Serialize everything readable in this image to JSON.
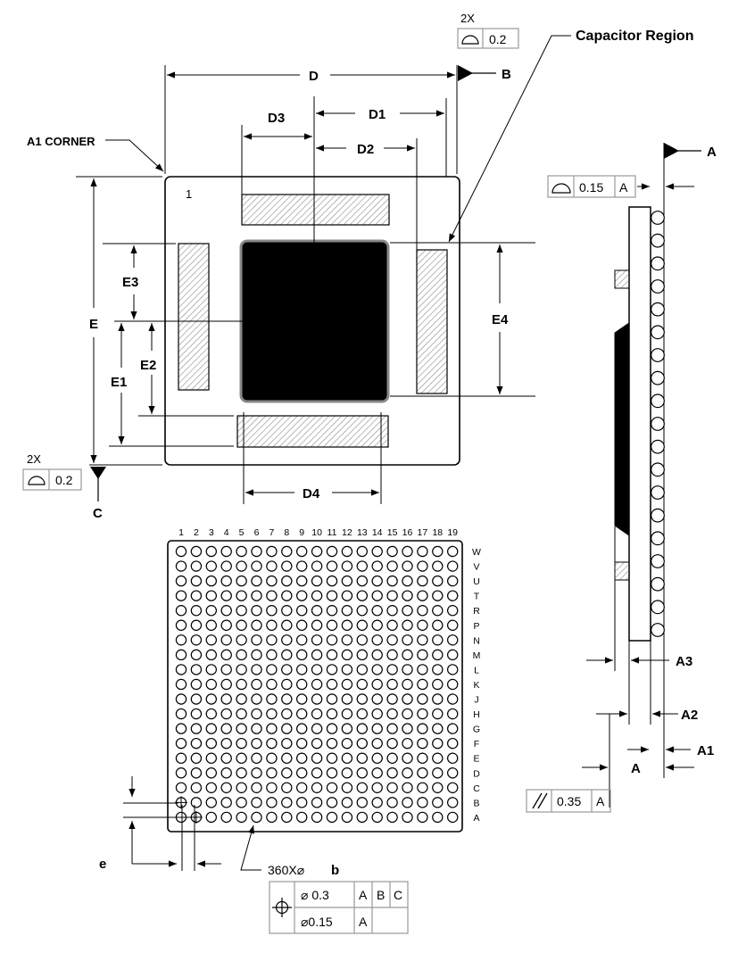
{
  "labels": {
    "d": "D",
    "d1": "D1",
    "d2": "D2",
    "d3": "D3",
    "d4": "D4",
    "e": "E",
    "e1": "E1",
    "e2": "E2",
    "e3": "E3",
    "e4": "E4",
    "a": "A",
    "a1": "A1",
    "a2": "A2",
    "a3": "A3",
    "datum_a": "A",
    "datum_b": "B",
    "datum_c": "C",
    "pitch": "e",
    "a1_corner": "A1 CORNER",
    "capacitor_region": "Capacitor Region",
    "pin1_mark": "1",
    "ball_callout_prefix": "360X⌀",
    "ball_callout_dim": "b"
  },
  "tolerances": {
    "top_mult": "2X",
    "top_val": "0.2",
    "left_mult": "2X",
    "left_val": "0.2",
    "side_val": "0.15",
    "side_ref": "A",
    "parallel_val": "0.35",
    "parallel_ref": "A",
    "pos_val1": "⌀ 0.3",
    "pos_refs": [
      "A",
      "B",
      "C"
    ],
    "pos_val2": "⌀0.15",
    "pos_ref2": "A"
  },
  "grid": {
    "columns": [
      "1",
      "2",
      "3",
      "4",
      "5",
      "6",
      "7",
      "8",
      "9",
      "10",
      "11",
      "12",
      "13",
      "14",
      "15",
      "16",
      "17",
      "18",
      "19"
    ],
    "rows": [
      "W",
      "V",
      "U",
      "T",
      "R",
      "P",
      "N",
      "M",
      "L",
      "K",
      "J",
      "H",
      "G",
      "F",
      "E",
      "D",
      "C",
      "B",
      "A"
    ]
  },
  "colors": {
    "line": "#000000",
    "hatch": "#888888",
    "frame": "#999999",
    "die": "#000000"
  }
}
